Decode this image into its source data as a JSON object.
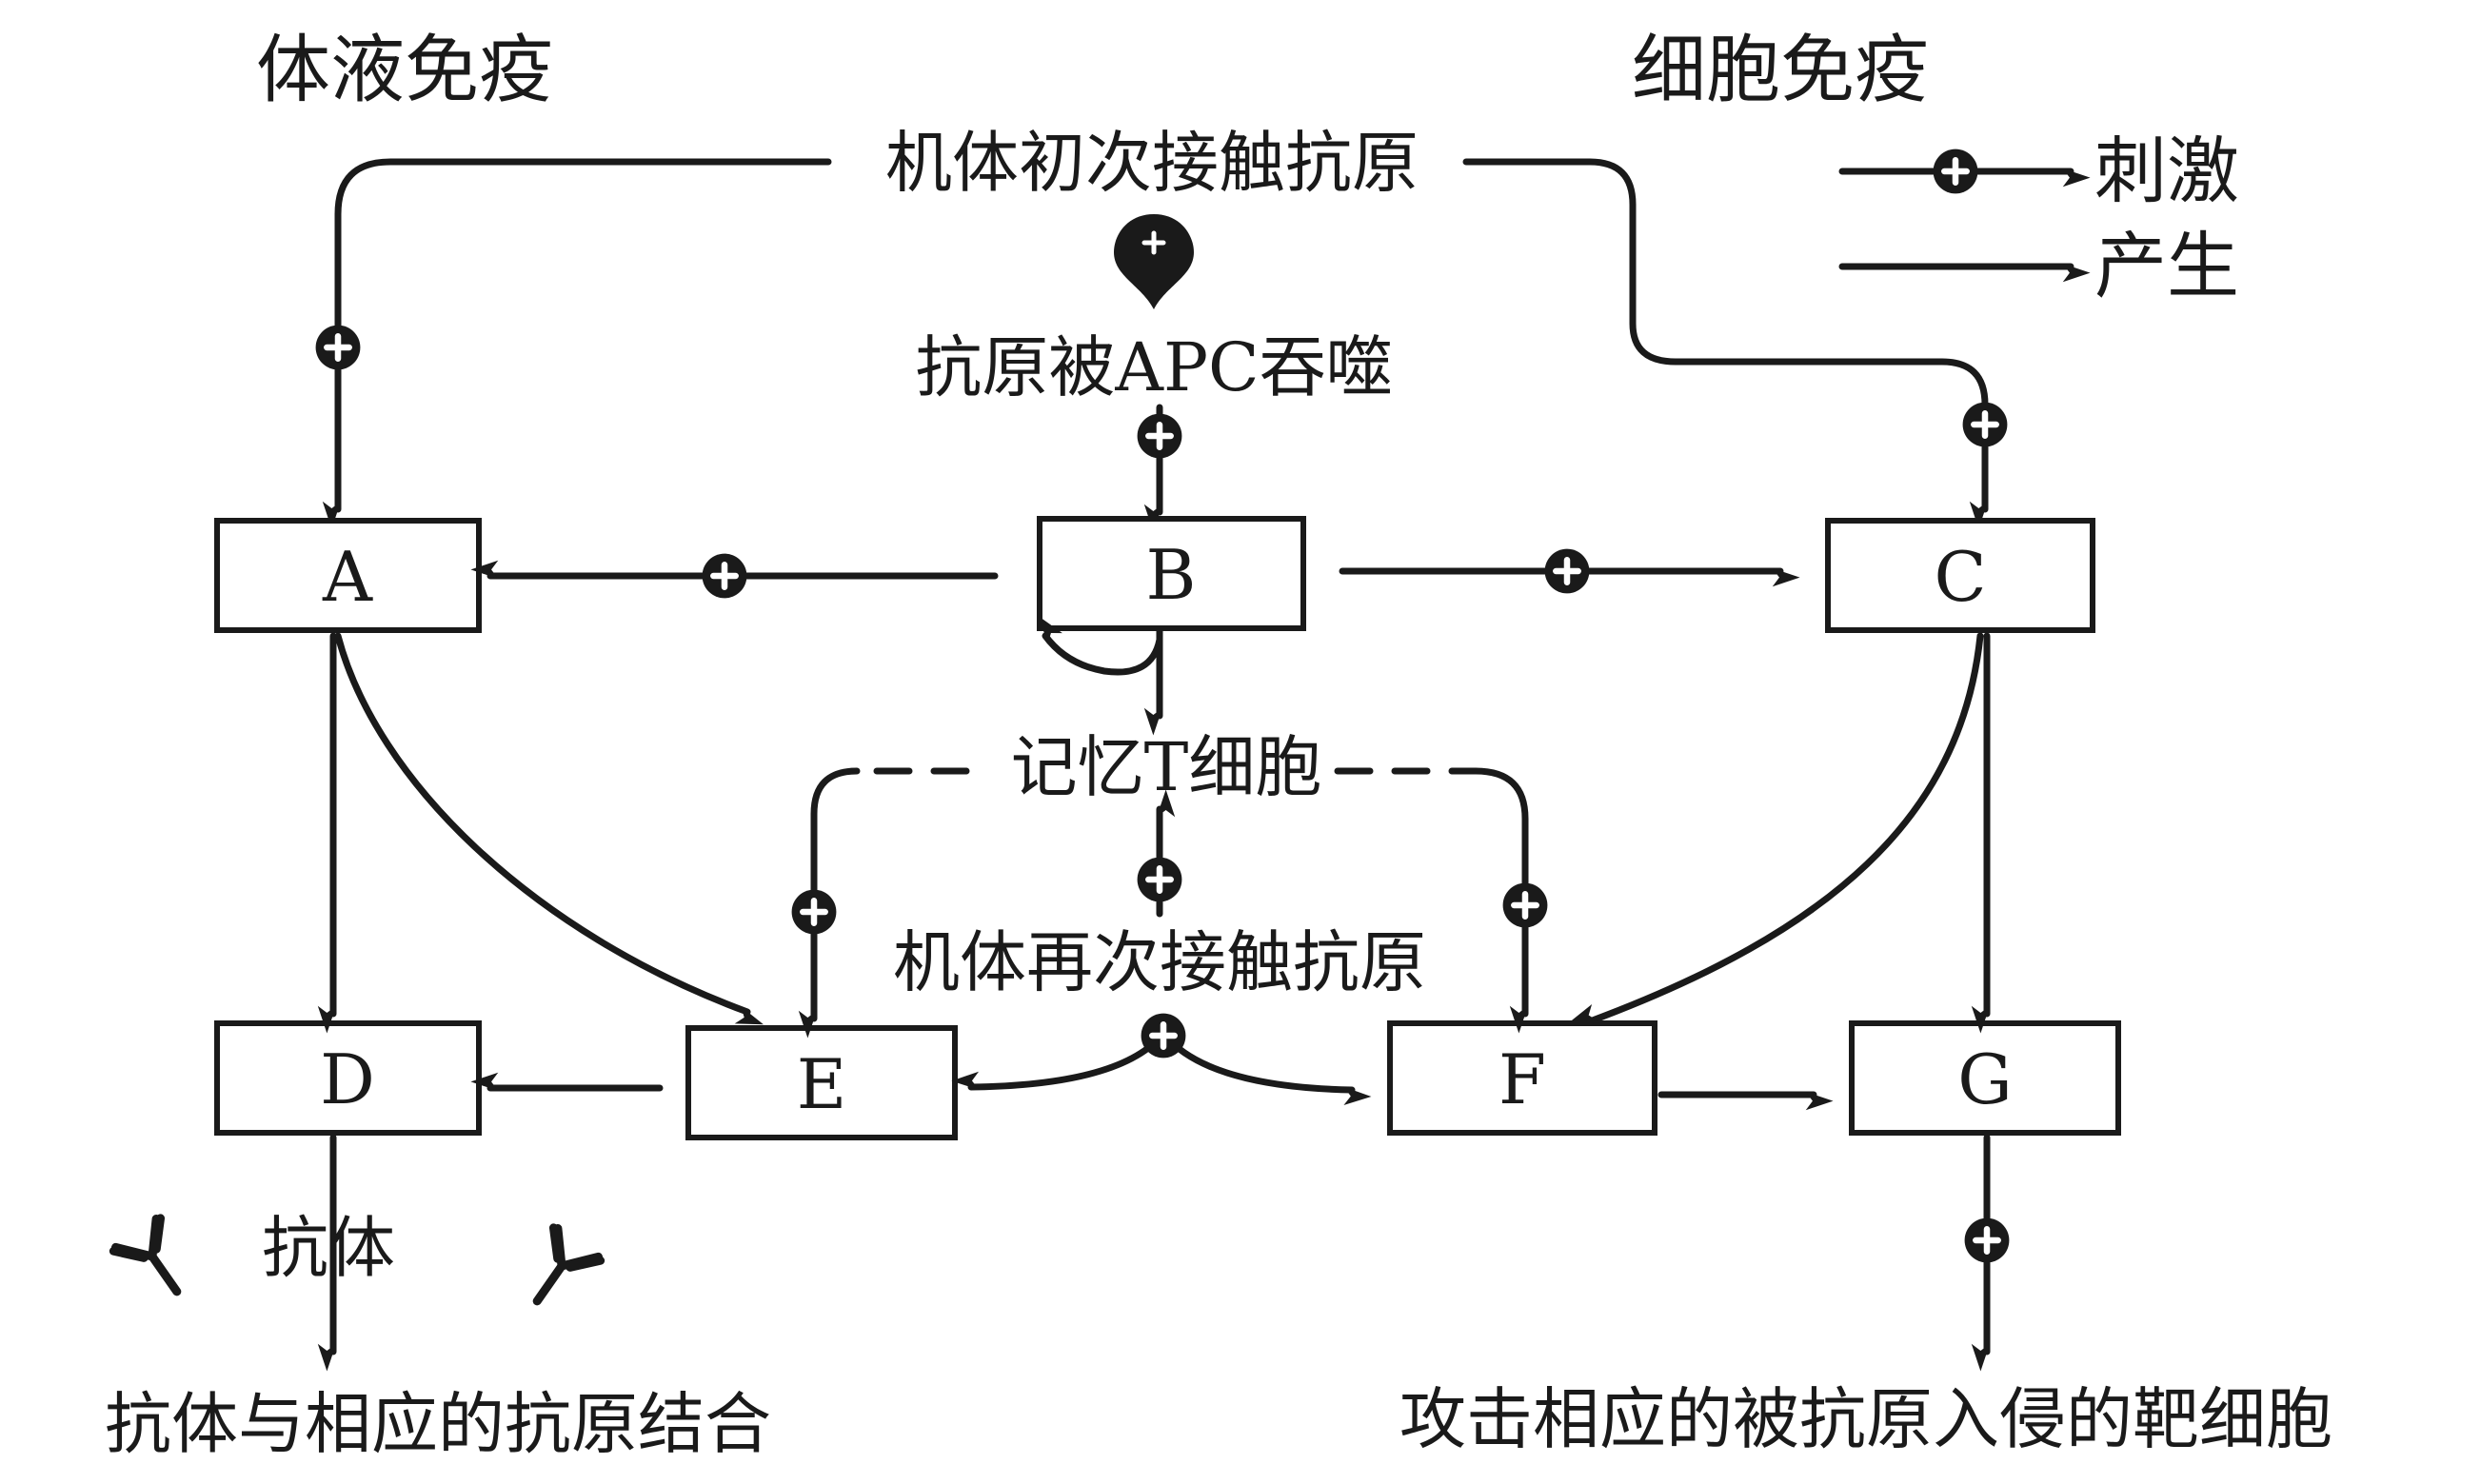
{
  "headers": {
    "humoral": "体液免疫",
    "cellular": "细胞免疫"
  },
  "legend": {
    "stimulate": "刺激",
    "produce": "产生"
  },
  "labels": {
    "first_contact": "机体初次接触抗原",
    "apc_engulf": "抗原被APC吞噬",
    "memory_t": "记忆T细胞",
    "second_contact": "机体再次接触抗原",
    "antibody": "抗体",
    "bind_antigen": "抗体与相应的抗原结合",
    "attack_target": "攻击相应的被抗原入侵的靶细胞"
  },
  "boxes": {
    "A": "A",
    "B": "B",
    "C": "C",
    "D": "D",
    "E": "E",
    "F": "F",
    "G": "G"
  },
  "colors": {
    "ink": "#1a1a1a",
    "background": "#ffffff"
  }
}
